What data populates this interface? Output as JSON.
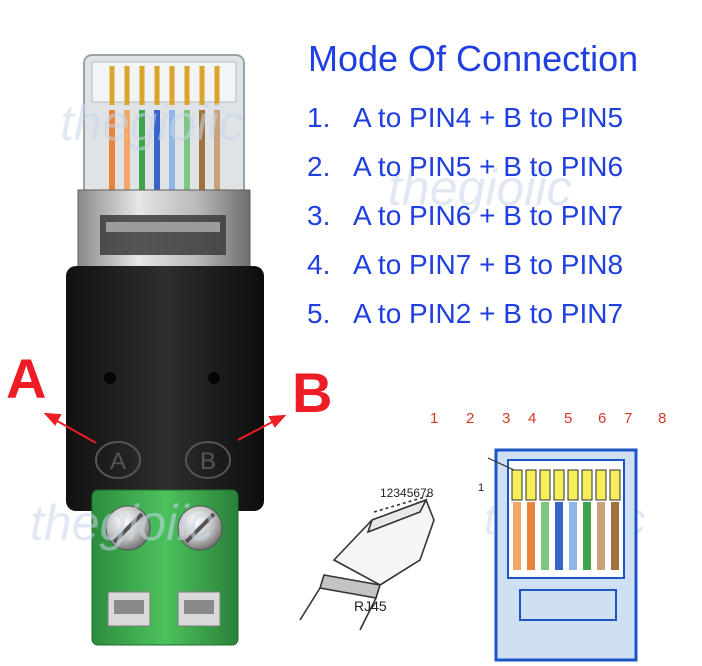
{
  "title": "Mode Of Connection",
  "connections": [
    {
      "num": "1.",
      "text": "A to PIN4 + B to PIN5"
    },
    {
      "num": "2.",
      "text": "A to PIN5 + B to PIN6"
    },
    {
      "num": "3.",
      "text": "A to PIN6 + B to PIN7"
    },
    {
      "num": "4.",
      "text": "A to PIN7 + B to PIN8"
    },
    {
      "num": "5.",
      "text": "A to PIN2 + B to PIN7"
    }
  ],
  "terminal_labels": {
    "a": "A",
    "b": "B"
  },
  "port_engravings": {
    "a": "A",
    "b": "B"
  },
  "pin_numbers": [
    "1",
    "2",
    "3",
    "4",
    "5",
    "6",
    "7",
    "8"
  ],
  "rj45_diagram": {
    "digits": "12345678",
    "caption": "RJ45",
    "pin1_marker": "1"
  },
  "watermark": "thegioiic",
  "colors": {
    "title_blue": "#1f3fe0",
    "label_red": "#ee1c25",
    "adapter_body": "#1e1e1e",
    "terminal_green": "#37a64a",
    "connector_outline": "#1d54c8",
    "connector_fill": "#a9c6e8"
  }
}
